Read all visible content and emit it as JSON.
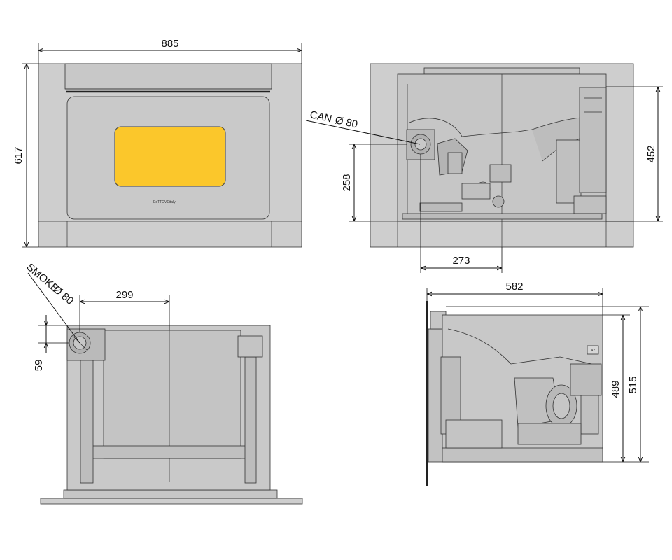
{
  "colors": {
    "panel": "#cecece",
    "inner": "#c4c4c4",
    "part": "#b8b8b8",
    "glass": "#fbc72b",
    "line": "#111111"
  },
  "front_view": {
    "width_label": "885",
    "height_label": "617",
    "brand_label": "EdTTOVEitaly"
  },
  "rear_view": {
    "can_label": "CAN",
    "can_diameter": "Ø 80",
    "height_label": "452",
    "outlet_height_label": "258",
    "outlet_offset_label": "273"
  },
  "top_view": {
    "smoke_label": "SMOKE",
    "smoke_diameter": "Ø 80",
    "offset_label": "299",
    "depth_label": "59"
  },
  "side_view": {
    "depth_label": "582",
    "inner_height_label": "489",
    "outer_height_label": "515",
    "badge_label": "A2"
  }
}
